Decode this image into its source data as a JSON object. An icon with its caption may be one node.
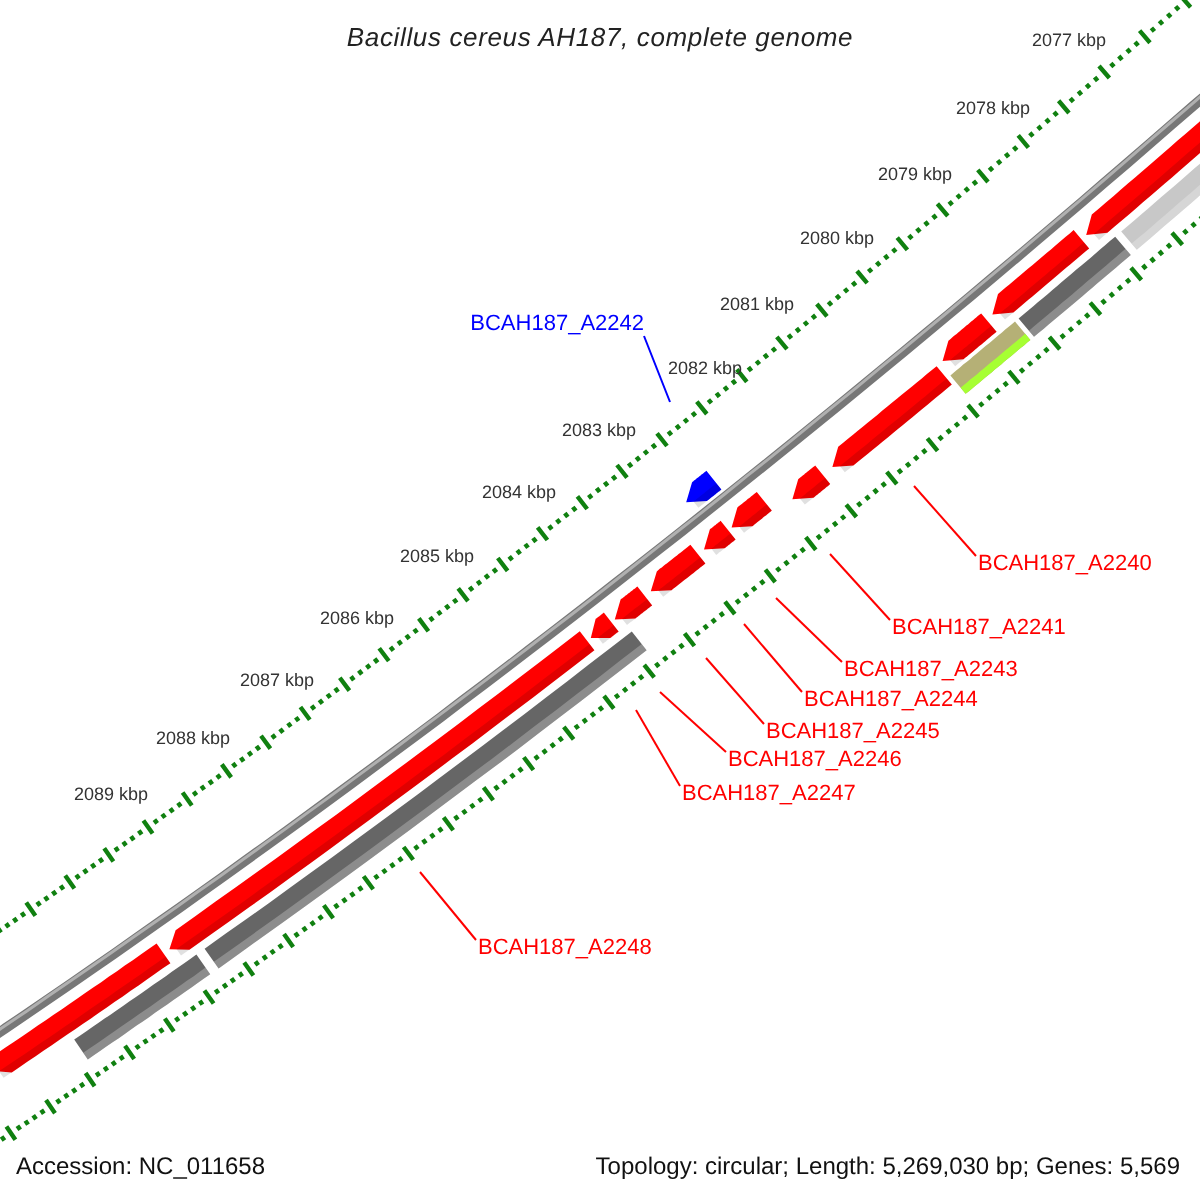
{
  "diagram": {
    "title": "Bacillus cereus AH187, complete genome",
    "nodes": [
      {
        "text": [
          "BCAH187_A2242"
        ]
      },
      {
        "text": [
          "BCAH187_A2240"
        ]
      },
      {
        "text": [
          "BCAH187_A2241"
        ]
      },
      {
        "text": [
          "BCAH187_A2243"
        ]
      },
      {
        "text": [
          "BCAH187_A2244"
        ]
      },
      {
        "text": [
          "BCAH187_A2245"
        ]
      },
      {
        "text": [
          "BCAH187_A2246"
        ]
      },
      {
        "text": [
          "BCAH187_A2247"
        ]
      },
      {
        "text": [
          "BCAH187_A2248"
        ]
      }
    ],
    "edges": [
      {
        "from": 0,
        "to": null,
        "arrow": "none",
        "color": "#0000ff"
      },
      {
        "from": 1,
        "to": null,
        "arrow": "none"
      },
      {
        "from": 2,
        "to": null,
        "arrow": "none"
      },
      {
        "from": 3,
        "to": null,
        "arrow": "none"
      },
      {
        "from": 4,
        "to": null,
        "arrow": "none"
      },
      {
        "from": 5,
        "to": null,
        "arrow": "none"
      },
      {
        "from": 6,
        "to": null,
        "arrow": "none"
      },
      {
        "from": 7,
        "to": null,
        "arrow": "none"
      },
      {
        "from": 8,
        "to": null,
        "arrow": "none"
      }
    ],
    "labels": [
      "2077 kbp",
      "2078 kbp",
      "2079 kbp",
      "2080 kbp",
      "2081 kbp",
      "2082 kbp",
      "2083 kbp",
      "2084 kbp",
      "2085 kbp",
      "2086 kbp",
      "2087 kbp",
      "2088 kbp",
      "2089 kbp",
      "Accession: NC_011658",
      "Topology: circular; Length: 5,269,030 bp; Genes: 5,569"
    ]
  }
}
